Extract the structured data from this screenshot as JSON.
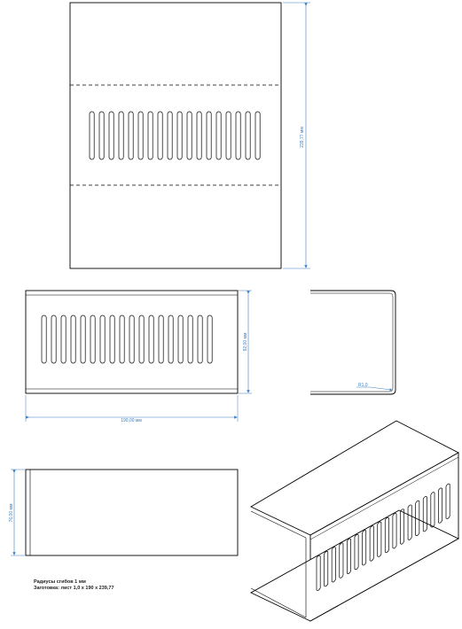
{
  "dimensions": {
    "blank_height": "239,77 мм",
    "height": "92,00 мм",
    "width": "190,00 мм",
    "depth": "76,00 мм",
    "bend_radius_label": "R1,0"
  },
  "notes": {
    "line1": "Радиусы сгибов 1 мм",
    "line2": "Заготовка: лист 1,0 x 190 x 239,77"
  },
  "colors": {
    "line": "#000000",
    "dimension": "#3b7fc4",
    "hidden_line": "#000000"
  },
  "slots": {
    "flat_pattern_count": 18,
    "front_view_count": 18,
    "iso_view_count": 18
  }
}
